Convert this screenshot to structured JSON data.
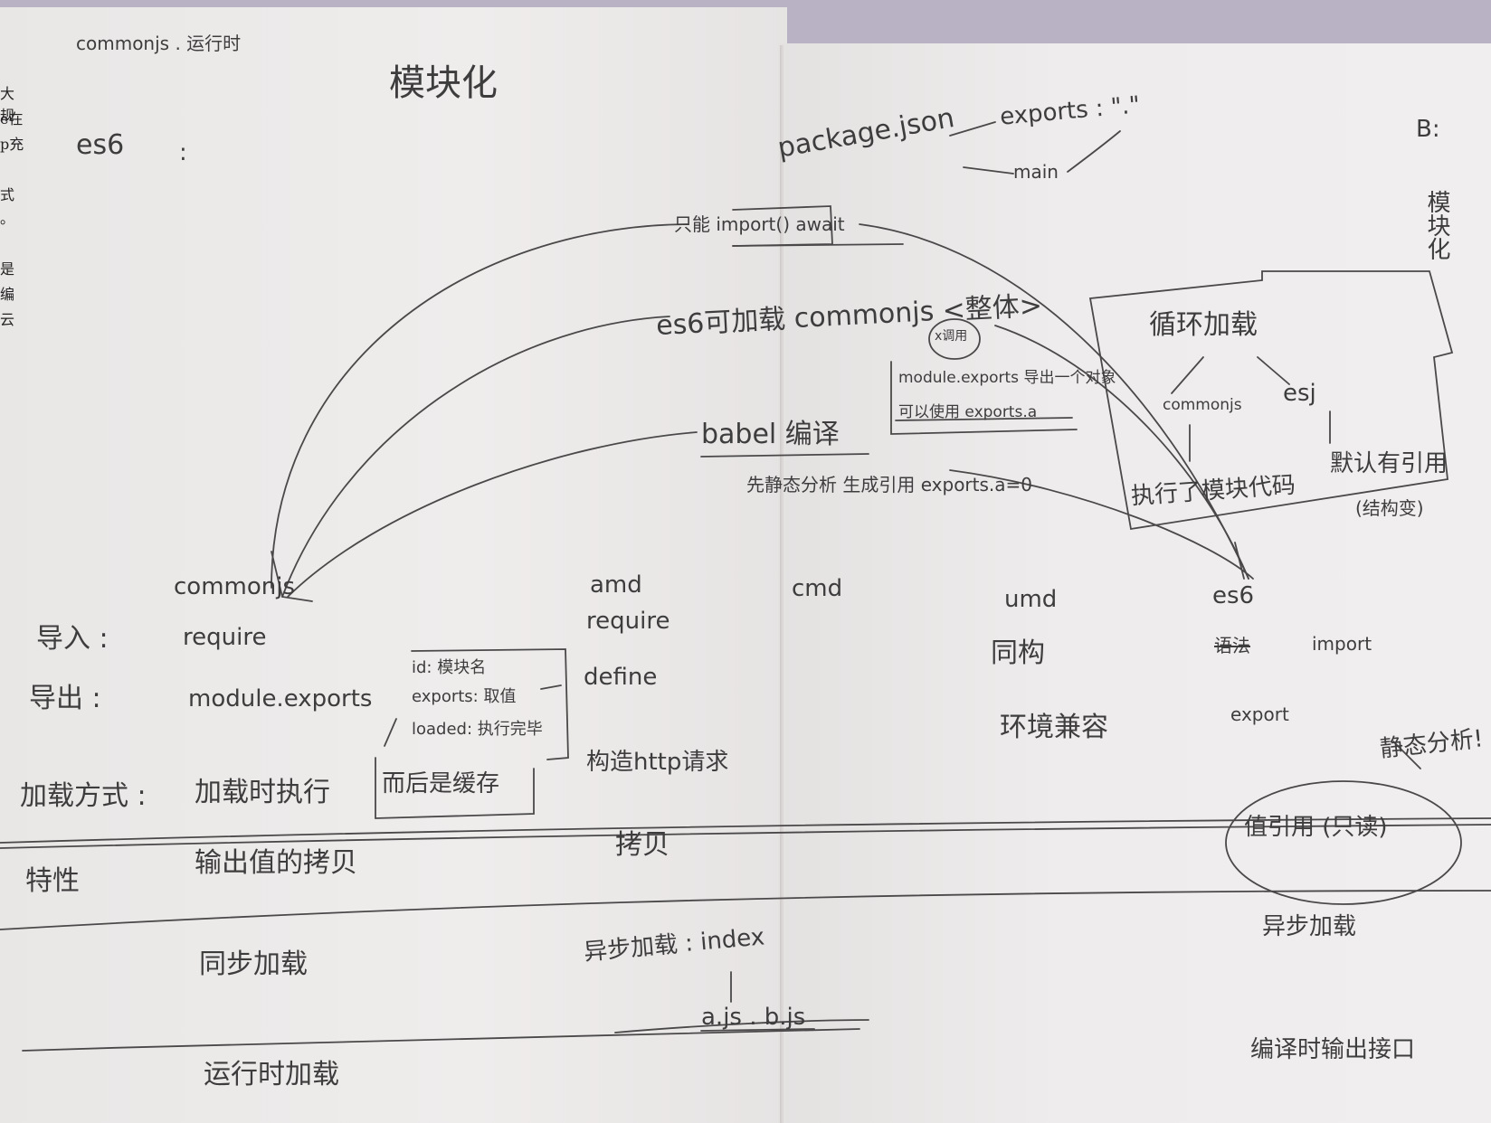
{
  "book_edge": [
    "大规",
    "e在",
    "p充",
    "式",
    "。",
    "是",
    "编",
    "云"
  ],
  "left_page": {
    "header": "commonjs .  运行时",
    "title": "模块化",
    "es6": "es6",
    "colon": ":"
  },
  "right_page": {
    "package_json": "package.json",
    "exports": "exports : \".\"",
    "main": "main",
    "corner_letter": "B:",
    "corner_word": "模块化"
  },
  "import_await": "只能 import() await",
  "es6_load_cjs": "es6可加载 commonjs <整体>",
  "xuyong": "x调用",
  "module_exports_note_1": "module.exports 导出一个对象",
  "module_exports_note_2": "可以使用 exports.a",
  "babel": "babel 编译",
  "babel_note": "先静态分析 生成引用 exports.a=0",
  "circular": {
    "title": "循环加载",
    "cjs": "commonjs",
    "esj": "esj",
    "cjs_result": "执行了模块代码",
    "esj_result": "默认有引用",
    "esj_note": "(结构变)"
  },
  "row_labels": {
    "import": "导入 :",
    "export": "导出 :",
    "load": "加载方式 :",
    "feature": "特性"
  },
  "columns": {
    "commonjs": {
      "name": "commonjs",
      "import": "require",
      "export": "module.exports",
      "module_id": "id: 模块名",
      "module_exports": "exports: 取值",
      "module_loaded": "loaded: 执行完毕",
      "load": "加载时执行",
      "load_cache": "而后是缓存",
      "feature": "输出值的拷贝",
      "sync": "同步加载",
      "runtime": "运行时加载"
    },
    "amd": {
      "name": "amd",
      "import": "require",
      "export": "define",
      "load": "构造http请求",
      "feature": "拷贝",
      "async": "异步加载 : index",
      "files": "a.js . b.js"
    },
    "cmd": {
      "name": "cmd"
    },
    "umd": {
      "name": "umd",
      "import": "同构",
      "export": "环境兼容"
    },
    "es6": {
      "name": "es6",
      "import": "import",
      "import_crossed": "语法",
      "export": "export",
      "static": "静态分析!",
      "feature": "值引用 (只读)",
      "async": "异步加载",
      "compile": "编译时输出接口"
    }
  }
}
